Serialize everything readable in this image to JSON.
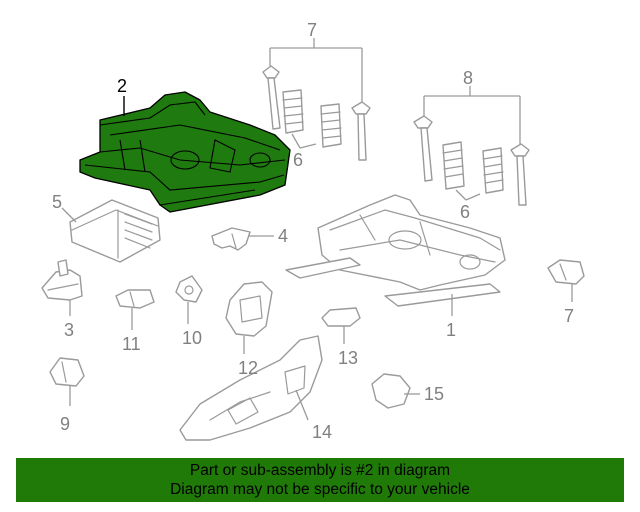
{
  "diagram": {
    "callouts": [
      {
        "id": "1",
        "text": "1"
      },
      {
        "id": "2",
        "text": "2"
      },
      {
        "id": "3",
        "text": "3"
      },
      {
        "id": "4",
        "text": "4"
      },
      {
        "id": "5",
        "text": "5"
      },
      {
        "id": "6a",
        "text": "6"
      },
      {
        "id": "6b",
        "text": "6"
      },
      {
        "id": "7a",
        "text": "7"
      },
      {
        "id": "7b",
        "text": "7"
      },
      {
        "id": "8",
        "text": "8"
      },
      {
        "id": "9",
        "text": "9"
      },
      {
        "id": "10",
        "text": "10"
      },
      {
        "id": "11",
        "text": "11"
      },
      {
        "id": "12",
        "text": "12"
      },
      {
        "id": "13",
        "text": "13"
      },
      {
        "id": "14",
        "text": "14"
      },
      {
        "id": "15",
        "text": "15"
      }
    ],
    "highlighted_part": "2",
    "highlight_color": "#1f7a0f"
  },
  "footer": {
    "line1": "Part or sub-assembly is #2 in diagram",
    "line2": "Diagram may not be specific to your vehicle",
    "background": "#207a08"
  }
}
